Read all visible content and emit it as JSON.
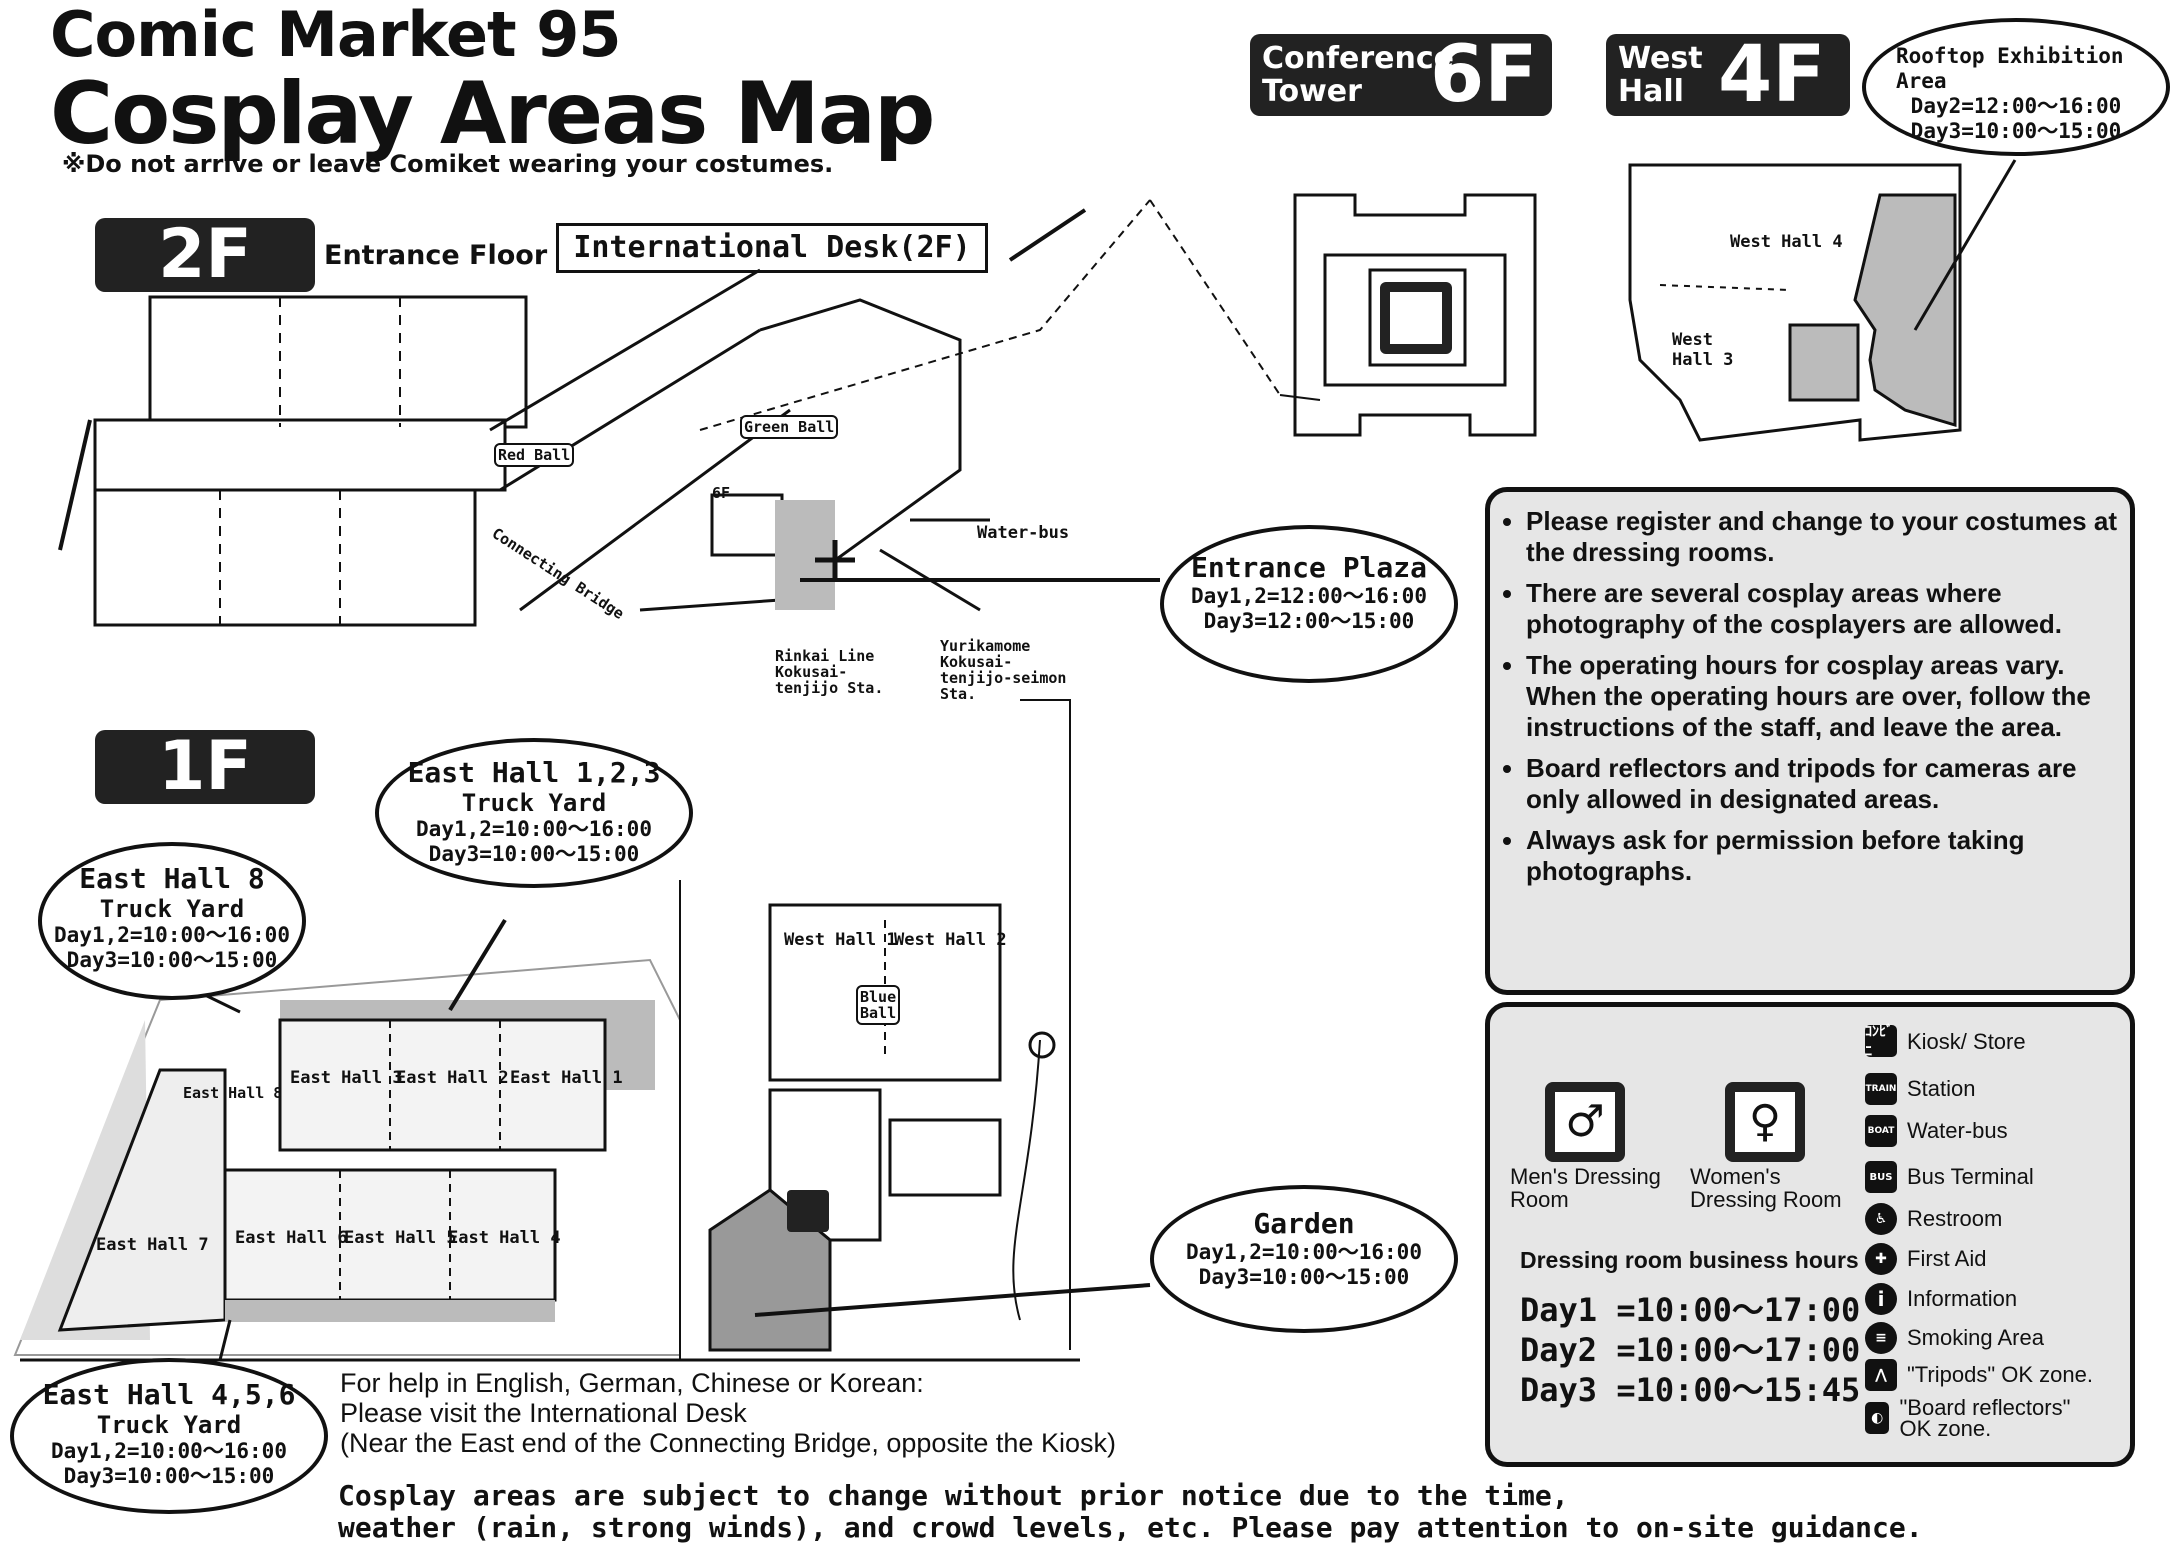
{
  "header": {
    "title_line1": "Comic Market 95",
    "title_line2": "Cosplay Areas Map",
    "note": "※Do not arrive or leave Comiket wearing your costumes."
  },
  "floor_2f": {
    "badge": "2F",
    "label": "Entrance Floor",
    "intl_desk": "International Desk(2F)",
    "red_ball": "Red Ball",
    "green_ball": "Green Ball",
    "bridge": "Connecting Bridge",
    "sixf": "6F",
    "water_bus": "Water-bus",
    "rinkai": "Rinkai Line Kokusai-tenjijo Sta.",
    "yurikamome": "Yurikamome Kokusai-tenjijo-seimon Sta."
  },
  "floor_1f": {
    "badge": "1F",
    "halls": [
      "East Hall 3",
      "East Hall 2",
      "East Hall 1",
      "East Hall 6",
      "East Hall 5",
      "East Hall 4",
      "East Hall 7",
      "East Hall 8",
      "West Hall 1",
      "West Hall 2"
    ],
    "blue_ball": "Blue Ball"
  },
  "conference": {
    "label": "Conference Tower",
    "floor": "6F"
  },
  "west4f": {
    "label": "West Hall",
    "floor": "4F",
    "hall4": "West Hall 4",
    "hall3": "West Hall 3"
  },
  "bubbles": {
    "rooftop": {
      "title": "Rooftop Exhibition Area",
      "lines": [
        "Day2=12:00〜16:00",
        "Day3=10:00〜15:00"
      ]
    },
    "entrance_plaza": {
      "title": "Entrance Plaza",
      "lines": [
        "Day1,2=12:00〜16:00",
        "Day3=12:00〜15:00"
      ]
    },
    "east123": {
      "title": "East Hall 1,2,3",
      "sub": "Truck Yard",
      "lines": [
        "Day1,2=10:00〜16:00",
        "Day3=10:00〜15:00"
      ]
    },
    "east8": {
      "title": "East Hall 8",
      "sub": "Truck Yard",
      "lines": [
        "Day1,2=10:00〜16:00",
        "Day3=10:00〜15:00"
      ]
    },
    "east456": {
      "title": "East Hall 4,5,6",
      "sub": "Truck Yard",
      "lines": [
        "Day1,2=10:00〜16:00",
        "Day3=10:00〜15:00"
      ]
    },
    "garden": {
      "title": "Garden",
      "lines": [
        "Day1,2=10:00〜16:00",
        "Day3=10:00〜15:00"
      ]
    }
  },
  "notes": [
    "Please register and change to your costumes at the dressing rooms.",
    "There are several cosplay areas where photography of the cosplayers are allowed.",
    "The operating hours for cosplay areas vary. When the operating hours are over, follow the instructions of the staff, and leave the area.",
    "Board reflectors and tripods for cameras are only allowed in designated areas.",
    "Always ask for permission before taking photographs."
  ],
  "legend": {
    "mens": "Men's Dressing Room",
    "womens": "Women's Dressing Room",
    "hours_title": "Dressing room business hours",
    "days": [
      {
        "day": "Day1 =",
        "time": "10:00〜17:00"
      },
      {
        "day": "Day2 =",
        "time": "10:00〜17:00"
      },
      {
        "day": "Day3 =",
        "time": "10:00〜15:45"
      }
    ],
    "items": [
      {
        "icon": "kiosk-icon",
        "glyph": "ｺﾝﾋﾞﾆ",
        "label": "Kiosk/ Store"
      },
      {
        "icon": "train-icon",
        "glyph": "TRAIN",
        "label": "Station"
      },
      {
        "icon": "boat-icon",
        "glyph": "BOAT",
        "label": "Water-bus"
      },
      {
        "icon": "bus-icon",
        "glyph": "BUS",
        "label": "Bus Terminal"
      },
      {
        "icon": "restroom-icon",
        "glyph": "♿",
        "label": "Restroom"
      },
      {
        "icon": "first-aid-icon",
        "glyph": "✚",
        "label": "First Aid"
      },
      {
        "icon": "information-icon",
        "glyph": "i",
        "label": "Information"
      },
      {
        "icon": "smoking-icon",
        "glyph": "≡",
        "label": "Smoking Area"
      },
      {
        "icon": "tripod-icon",
        "glyph": "⋀",
        "label": "\"Tripods\" OK zone."
      },
      {
        "icon": "reflector-icon",
        "glyph": "◐",
        "label": "\"Board reflectors\" OK zone."
      }
    ]
  },
  "help": {
    "line1": "For help in English, German, Chinese or Korean:",
    "line2": "Please visit the International Desk",
    "line3": "(Near the East end of the Connecting Bridge, opposite the Kiosk)"
  },
  "bottom": {
    "line1": "Cosplay areas are subject to change without prior notice due to the time,",
    "line2": "weather (rain, strong winds), and crowd levels, etc. Please pay attention to on-site guidance."
  }
}
